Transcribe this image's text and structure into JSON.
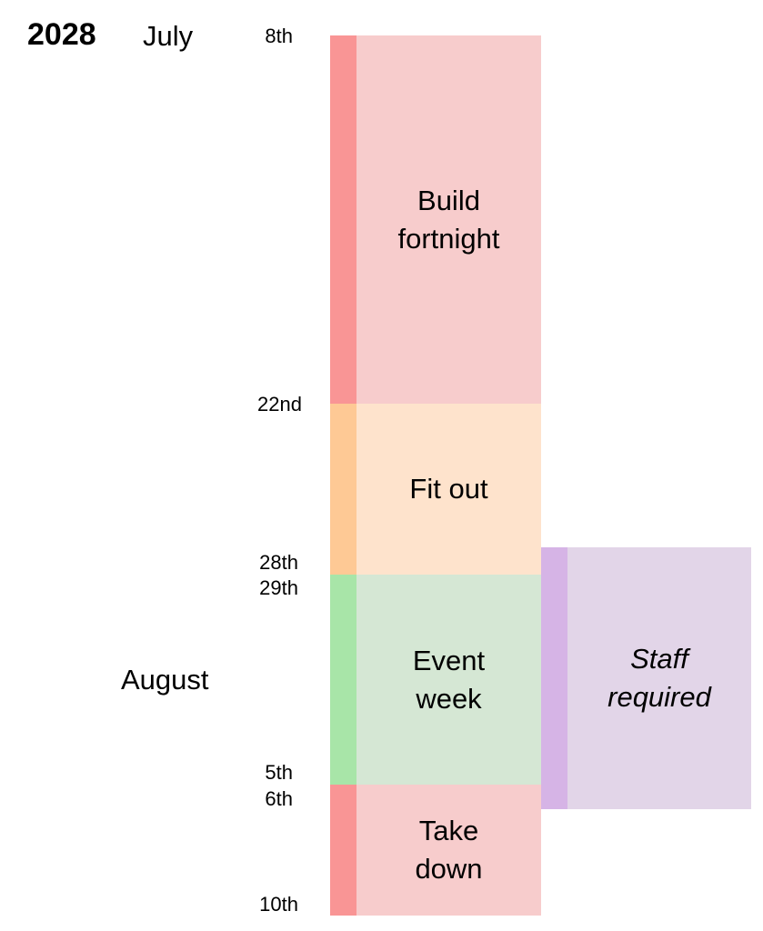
{
  "year": "2028",
  "months": {
    "july": "July",
    "august": "August"
  },
  "dates": {
    "d8": "8th",
    "d22": "22nd",
    "d28": "28th",
    "d29": "29th",
    "d5": "5th",
    "d6": "6th",
    "d10": "10th"
  },
  "phases": {
    "build": {
      "line1": "Build",
      "line2": "fortnight",
      "stripe_color": "#f99595",
      "fill_color": "#f7cccc"
    },
    "fitout": {
      "line1": "Fit out",
      "stripe_color": "#fec995",
      "fill_color": "#fee3cc"
    },
    "event": {
      "line1": "Event",
      "line2": "week",
      "stripe_color": "#a8e5a8",
      "fill_color": "#d5e7d4"
    },
    "takedown": {
      "line1": "Take",
      "line2": "down",
      "stripe_color": "#f99595",
      "fill_color": "#f7cccc"
    },
    "staff": {
      "line1": "Staff",
      "line2": "required",
      "stripe_color": "#d6b4e6",
      "fill_color": "#e2d5e8"
    }
  }
}
